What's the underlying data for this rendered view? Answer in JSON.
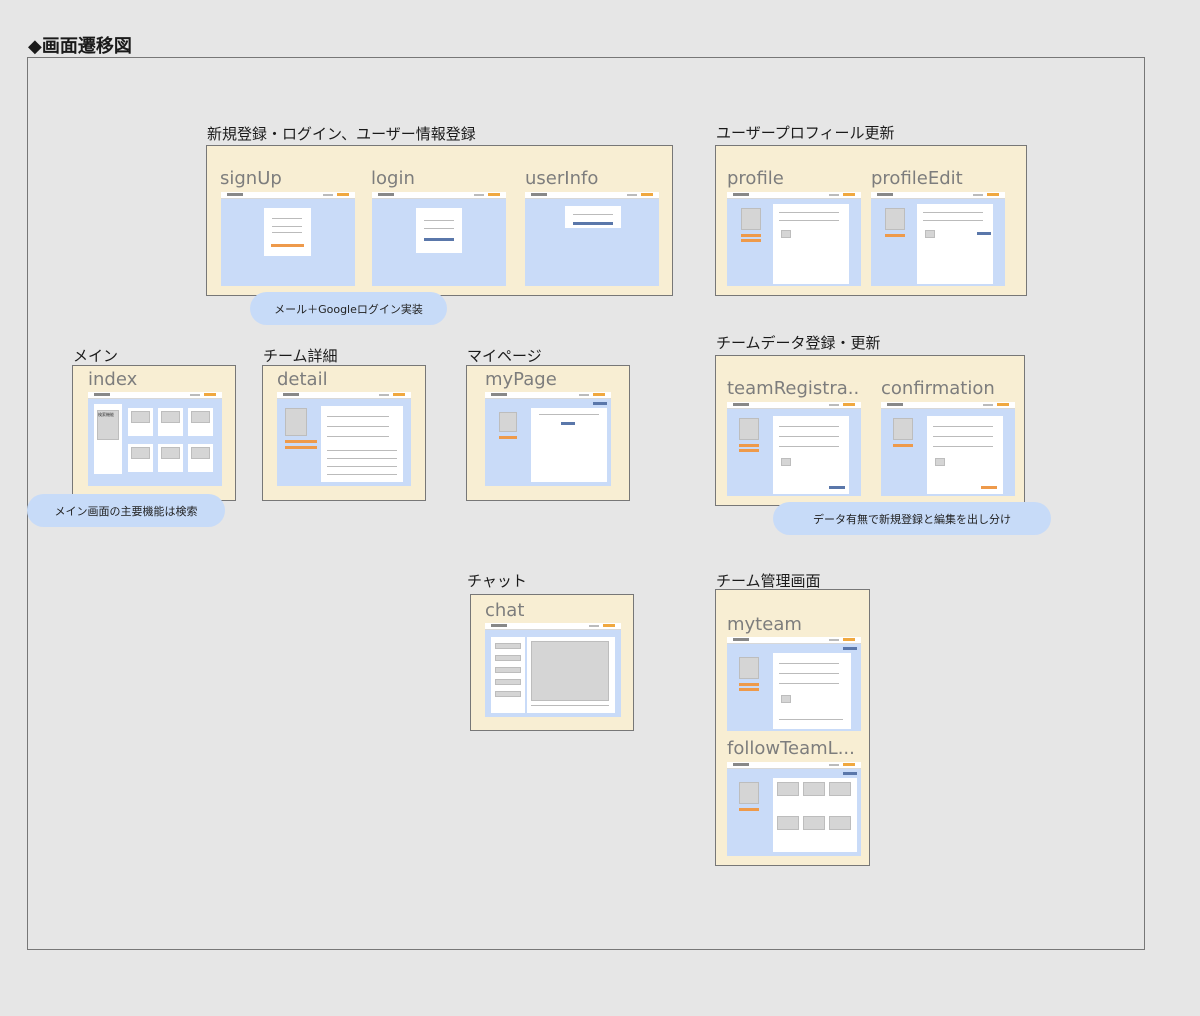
{
  "heading": "◆画面遷移図",
  "groups": {
    "auth": {
      "title": "新規登録・ログイン、ユーザー情報登録",
      "screens": [
        "signUp",
        "login",
        "userInfo"
      ],
      "note": "メール＋Googleログイン実装"
    },
    "profile": {
      "title": "ユーザープロフィール更新",
      "screens": [
        "profile",
        "profileEdit"
      ]
    },
    "main": {
      "title": "メイン",
      "screens": [
        "index"
      ],
      "note": "メイン画面の主要機能は検索",
      "side_label": "検索機能"
    },
    "detail": {
      "title": "チーム詳細",
      "screens": [
        "detail"
      ]
    },
    "mypage": {
      "title": "マイページ",
      "screens": [
        "myPage"
      ]
    },
    "team_data": {
      "title": "チームデータ登録・更新",
      "screens": [
        "teamRegistra...",
        "confirmation"
      ],
      "note": "データ有無で新規登録と編集を出し分け"
    },
    "chat": {
      "title": "チャット",
      "screens": [
        "chat"
      ]
    },
    "team_manage": {
      "title": "チーム管理画面",
      "screens": [
        "myteam",
        "followTeamL..."
      ]
    }
  }
}
